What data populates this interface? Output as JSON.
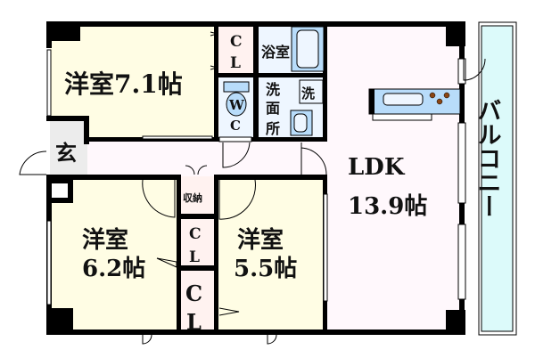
{
  "rooms": {
    "bedroom_1": {
      "name": "洋室",
      "size": "7.1帖"
    },
    "bedroom_2": {
      "name": "洋室",
      "size": "6.2帖"
    },
    "bedroom_3": {
      "name": "洋室",
      "size": "5.5帖"
    },
    "ldk": {
      "name": "LDK",
      "size": "13.9帖"
    },
    "balcony": {
      "name": "バルコニー"
    },
    "entrance": {
      "name": "玄"
    },
    "closet_top": {
      "line1": "C",
      "line2": "L"
    },
    "closet_mid": {
      "line1": "C",
      "line2": "L"
    },
    "closet_bottom": {
      "line1": "C",
      "line2": "L"
    },
    "storage": {
      "name": "収納"
    },
    "bathroom": {
      "name": "浴室"
    },
    "toilet": {
      "line1": "W",
      "line2": "C"
    },
    "washroom": {
      "line1": "洗",
      "line2": "面",
      "line3": "所"
    },
    "washer": {
      "name": "洗"
    }
  },
  "colors": {
    "bedroom": "#fffde4",
    "closet": "#fff2f0",
    "wet": "#eef6ff",
    "ldk": "#fff8fc",
    "balcony": "#dcfafa",
    "fixture": "#b8dcfa",
    "wall": "#000000"
  }
}
